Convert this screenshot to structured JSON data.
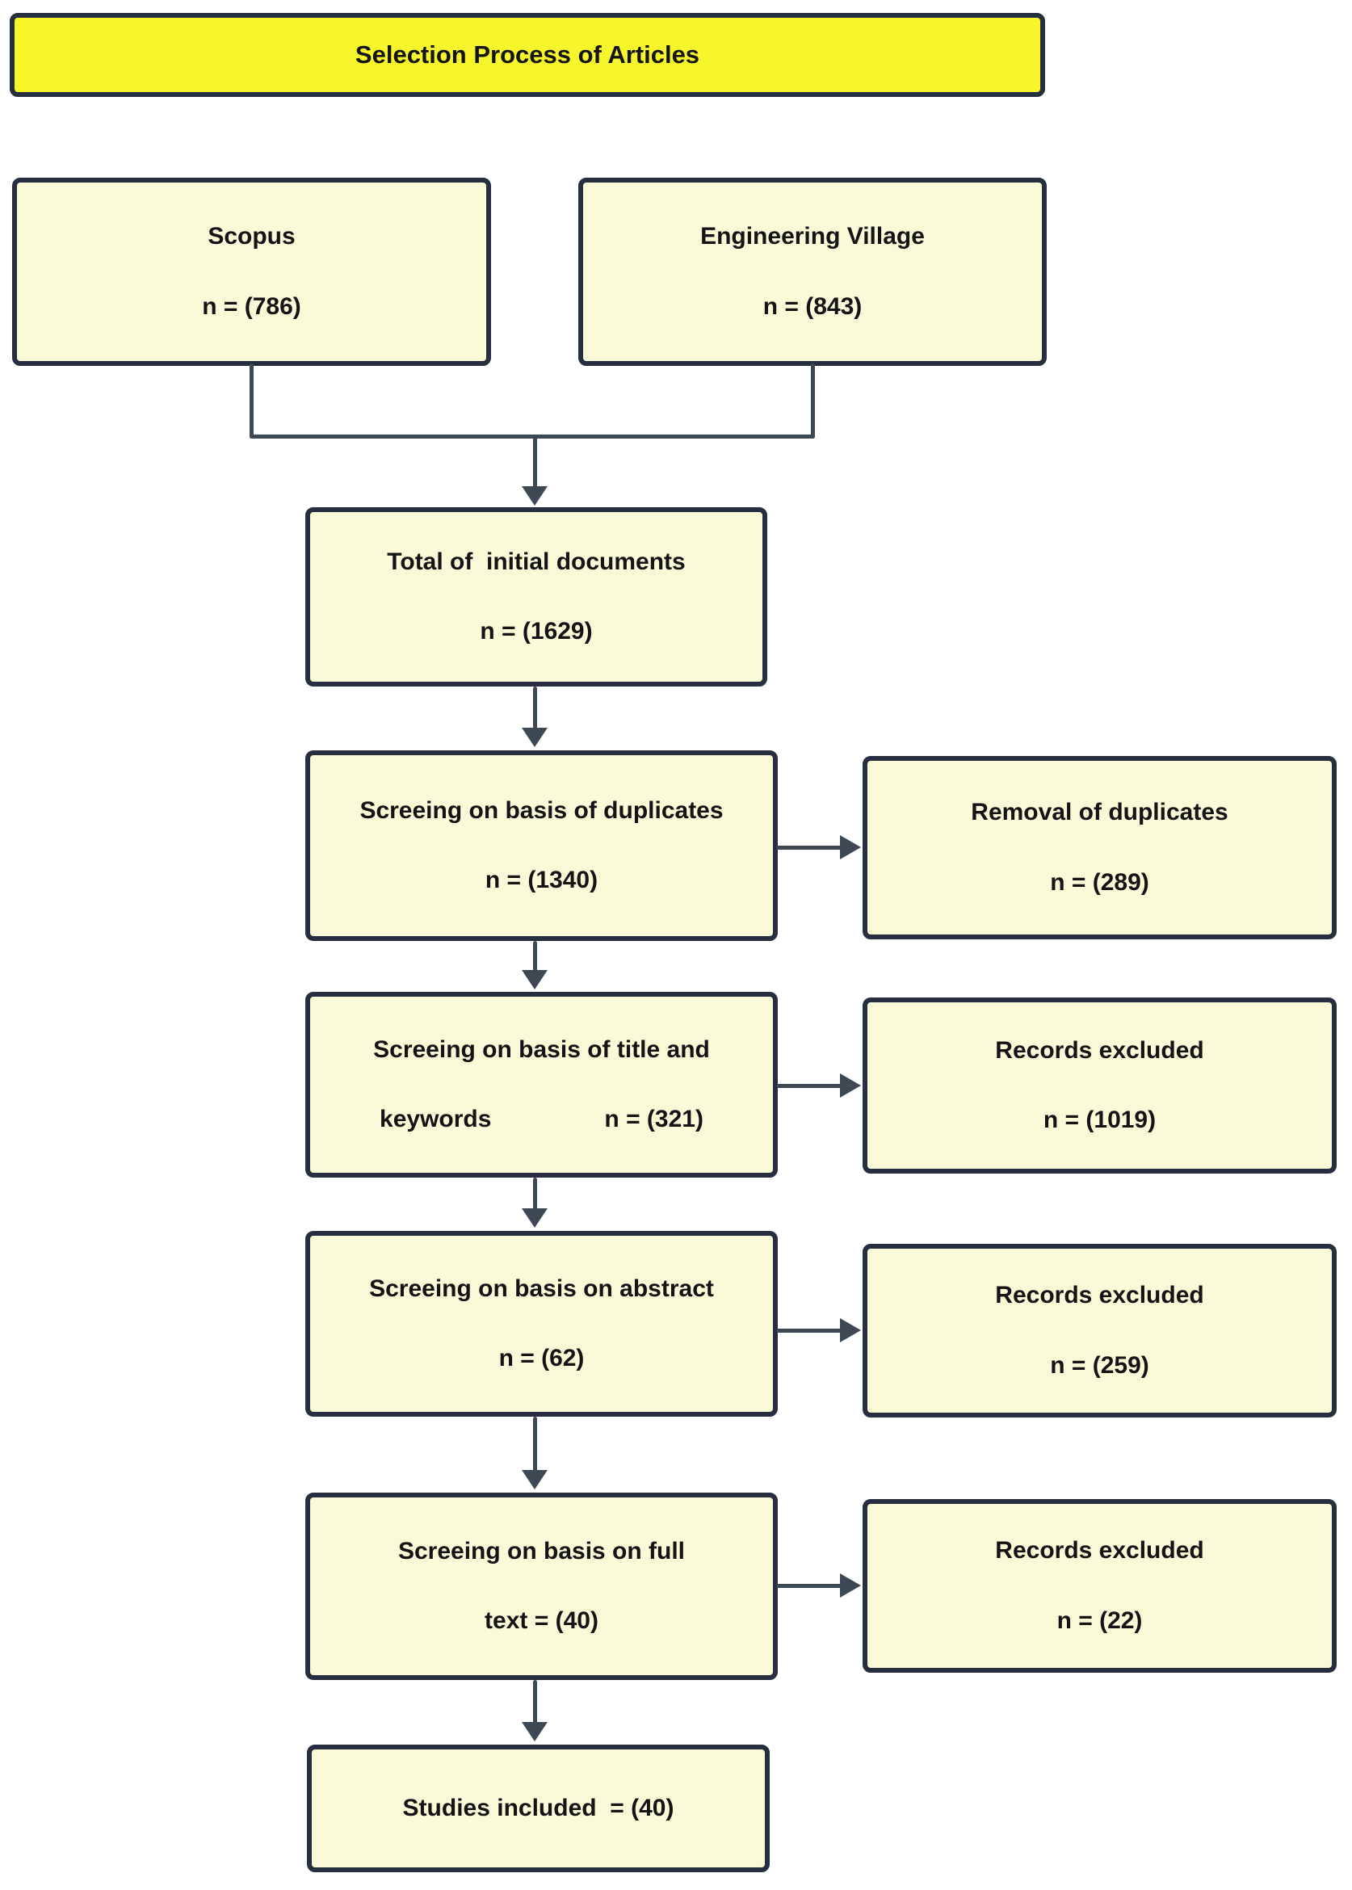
{
  "title": {
    "label": "Selection Process of Articles"
  },
  "colors": {
    "title_fill": "#F7F52B",
    "node_fill": "#FAF9D8",
    "border": "#262E3F",
    "connector": "#3E4854",
    "text": "#141414",
    "background": "#FFFFFF"
  },
  "sources": [
    {
      "name": "Scopus",
      "count": "n = (786)"
    },
    {
      "name": "Engineering Village",
      "count": "n = (843)"
    }
  ],
  "nodes": {
    "total": {
      "line1": "Total of  initial documents",
      "line2": "n = (1629)"
    },
    "dup_screen": {
      "line1": "Screeing on basis of duplicates",
      "line2": "n = (1340)"
    },
    "dup_removed": {
      "line1": "Removal of duplicates",
      "line2": "n = (289)"
    },
    "title_screen": {
      "line1": "Screeing on basis of title and",
      "line2_left": "keywords",
      "line2_right": "n = (321)"
    },
    "title_excluded": {
      "line1": "Records excluded",
      "line2": "n = (1019)"
    },
    "abstract_screen": {
      "line1": "Screeing on basis on abstract",
      "line2": "n = (62)"
    },
    "abstract_excluded": {
      "line1": "Records excluded",
      "line2": "n = (259)"
    },
    "fulltext_screen": {
      "line1": "Screeing on basis on full",
      "line2": "text = (40)"
    },
    "fulltext_excluded": {
      "line1": "Records excluded",
      "line2": "n = (22)"
    },
    "included": {
      "line1": "Studies included  = (40)"
    }
  }
}
